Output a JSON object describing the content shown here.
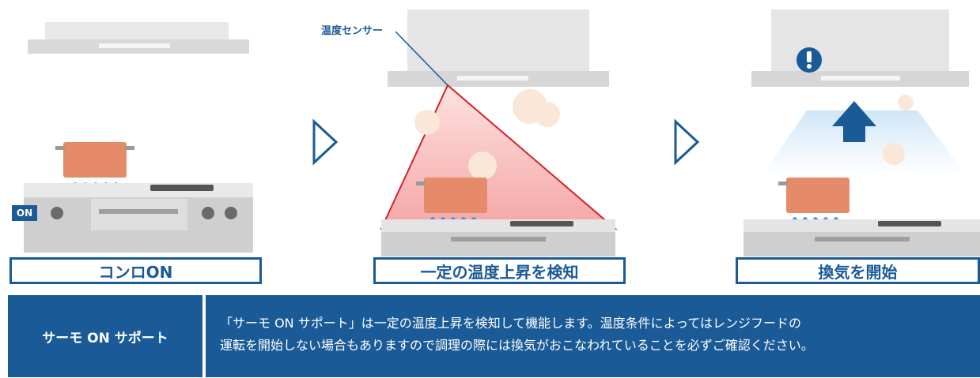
{
  "steps": [
    {
      "label": "コンロON"
    },
    {
      "label": "一定の温度上昇を検知"
    },
    {
      "label": "換気を開始"
    }
  ],
  "annotations": {
    "sensor_label": "温度センサー",
    "on_badge": "ON"
  },
  "footer": {
    "title": "サーモ ON サポート",
    "lines": [
      "「サーモ ON サポート」は一定の温度上昇を検知して機能します。温度条件によってはレンジフードの",
      "運転を開始しない場合もありますので調理の際には換気がおこなわれていることを必ずご確認ください。"
    ]
  },
  "colors": {
    "brand_blue": "#1a5a96",
    "pot": "#e58b6a",
    "flame": "#4a90d9",
    "sensor_line": "#d1232a"
  },
  "icons": {
    "arrow": "chevron-right-icon",
    "alert": "exclamation-icon",
    "airflow": "up-arrow-icon"
  }
}
